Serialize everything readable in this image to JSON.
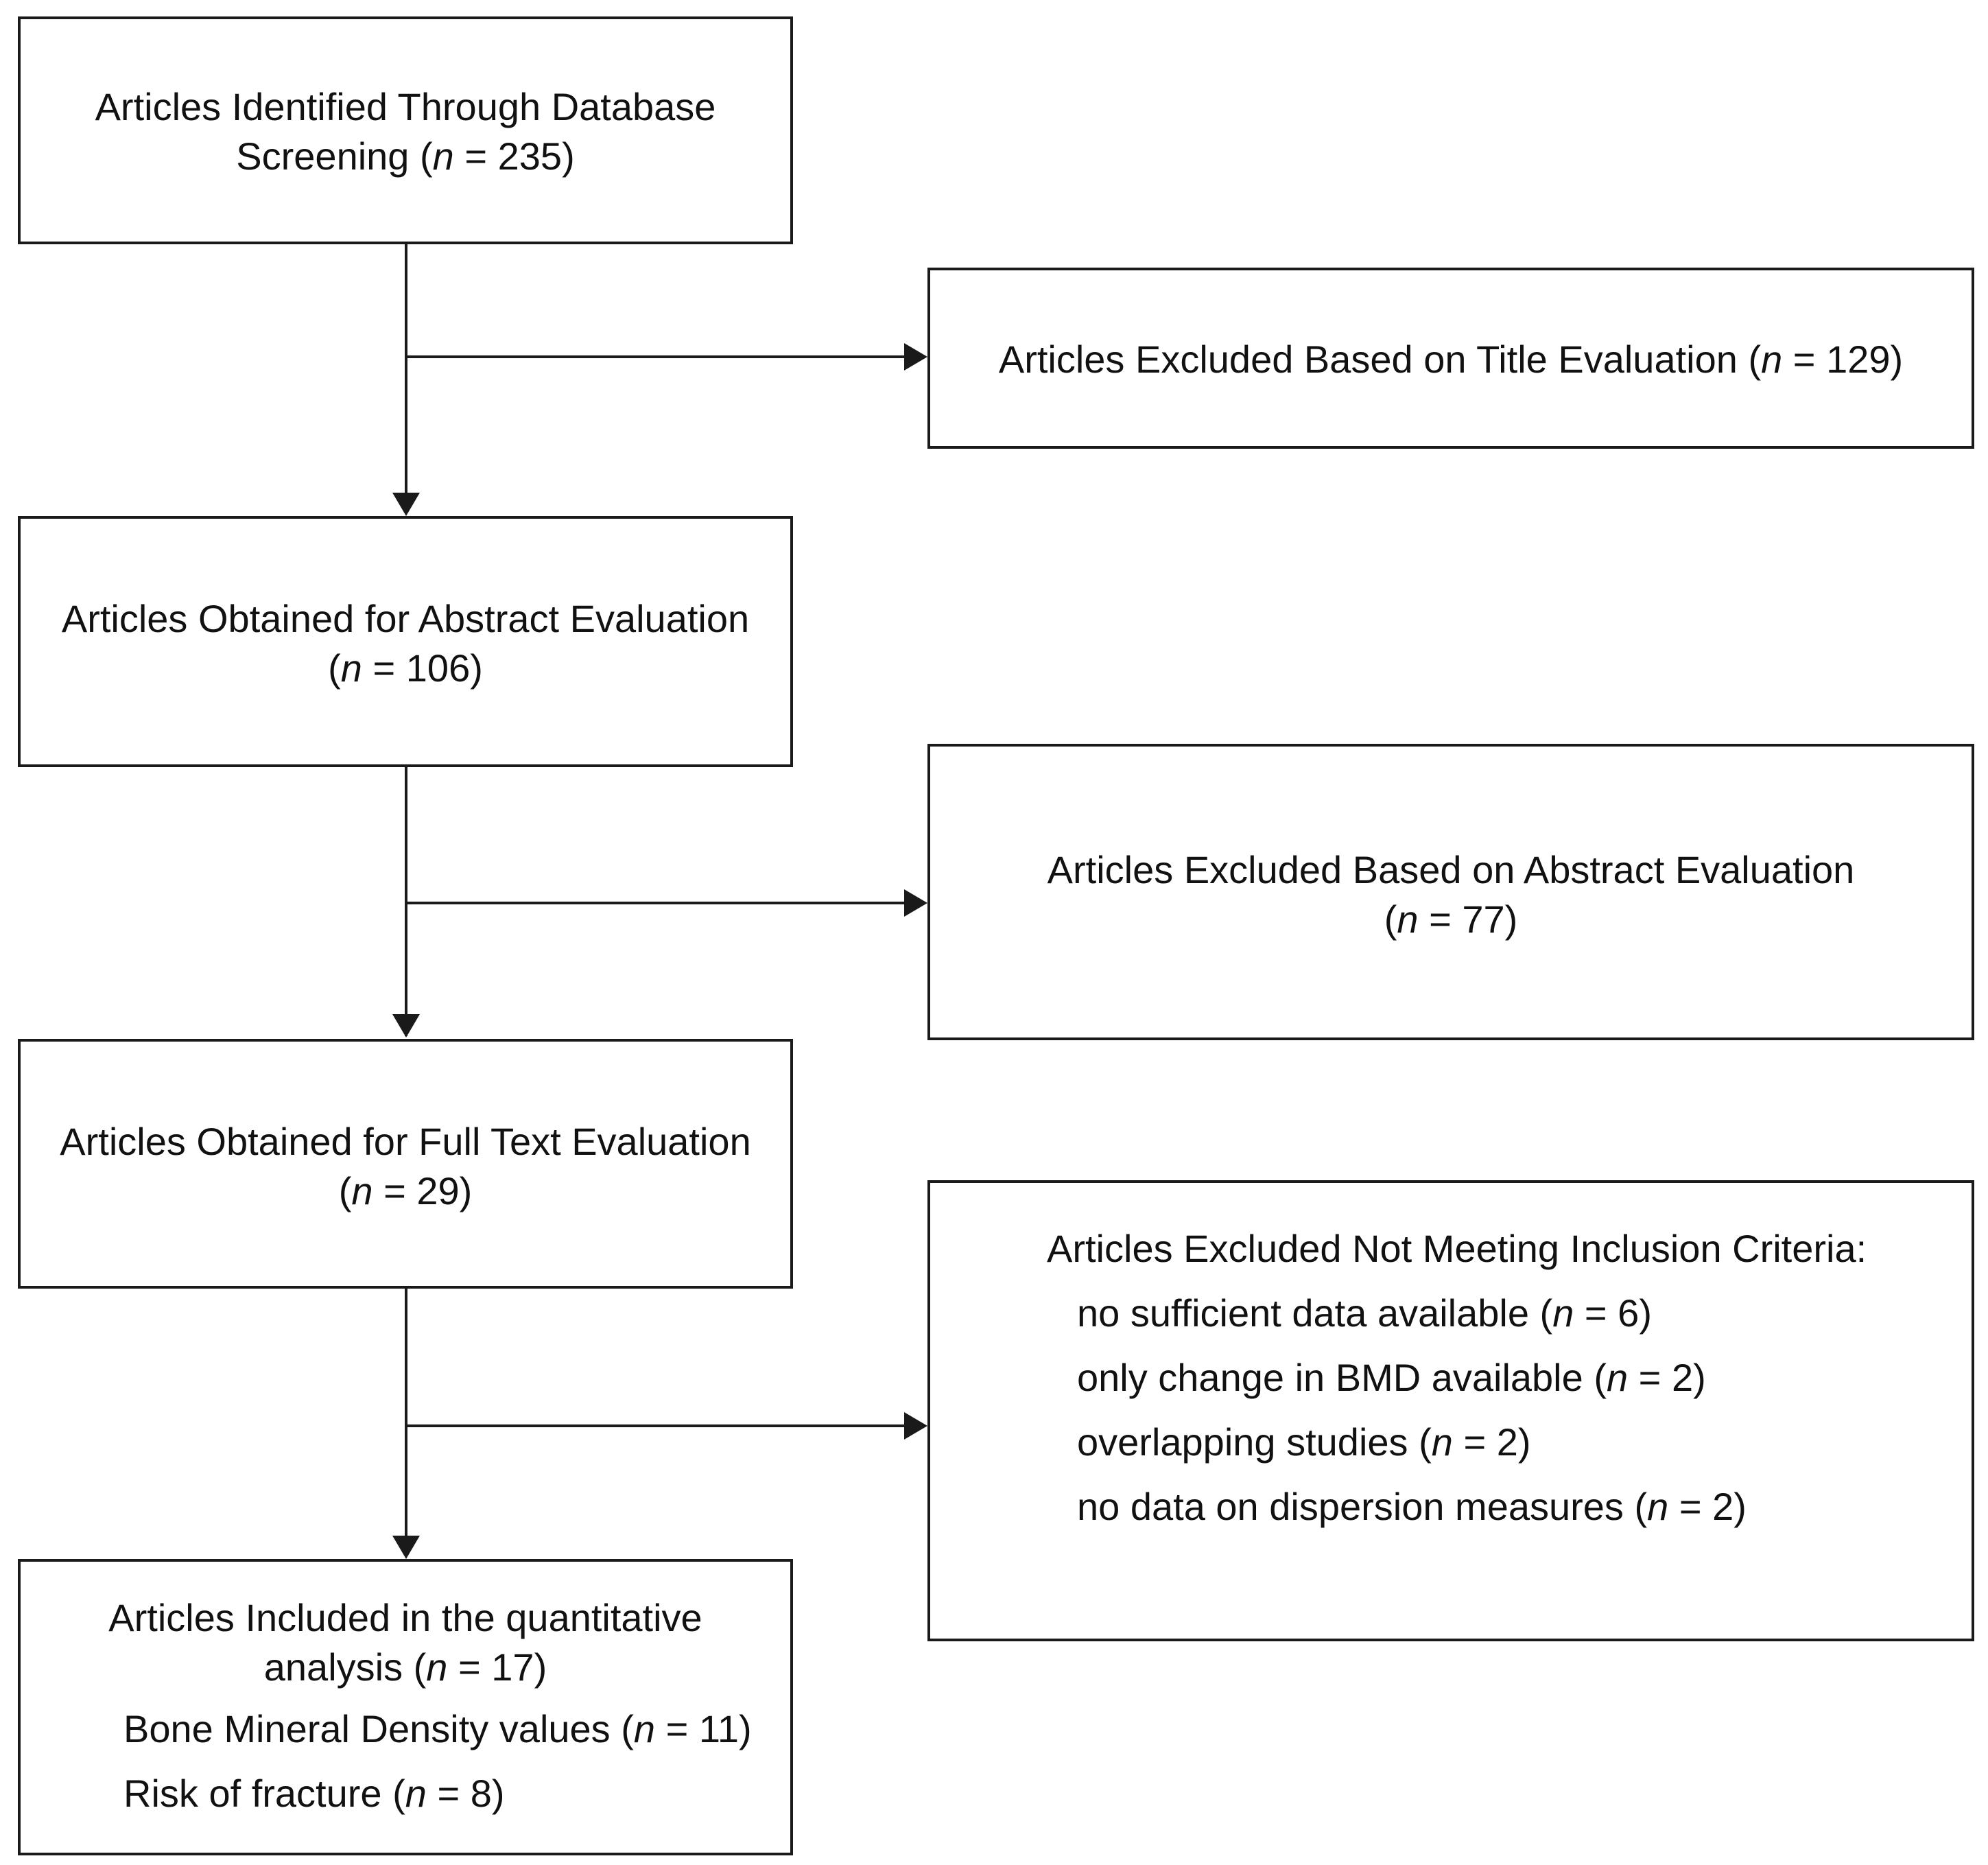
{
  "colors": {
    "stroke": "#1a1a1a",
    "background": "#ffffff",
    "text": "#111111"
  },
  "boxes": {
    "identified": {
      "pre": "Articles Identified Through Database",
      "pre2": "Screening (",
      "n": "n",
      "eq": " = 235)"
    },
    "excluded_title": {
      "pre": "Articles Excluded Based on Title Evaluation (",
      "n": "n",
      "eq": " = 129)"
    },
    "abstract_eval": {
      "pre": "Articles Obtained for Abstract Evaluation",
      "pre2": "(",
      "n": "n",
      "eq": " = 106)"
    },
    "excluded_abstract": {
      "pre": "Articles Excluded Based on Abstract Evaluation",
      "pre2": "(",
      "n": "n",
      "eq": " = 77)"
    },
    "fulltext_eval": {
      "pre": "Articles Obtained for Full Text Evaluation",
      "pre2": "(",
      "n": "n",
      "eq": " = 29)"
    },
    "excluded_criteria": {
      "heading": "Articles Excluded Not Meeting Inclusion Criteria:",
      "items": [
        {
          "pre": "no sufficient data available (",
          "n": "n",
          "eq": " = 6)"
        },
        {
          "pre": "only change in BMD available (",
          "n": "n",
          "eq": " = 2)"
        },
        {
          "pre": "overlapping studies (",
          "n": "n",
          "eq": " = 2)"
        },
        {
          "pre": "no data on dispersion measures (",
          "n": "n",
          "eq": " = 2)"
        }
      ]
    },
    "included": {
      "pre": "Articles Included in the quantitative",
      "pre2": "analysis (",
      "n": "n",
      "eq": " = 17)",
      "items": [
        {
          "pre": "Bone Mineral Density values (",
          "n": "n",
          "eq": " = 11)"
        },
        {
          "pre": "Risk of fracture (",
          "n": "n",
          "eq": " = 8)"
        }
      ]
    }
  }
}
